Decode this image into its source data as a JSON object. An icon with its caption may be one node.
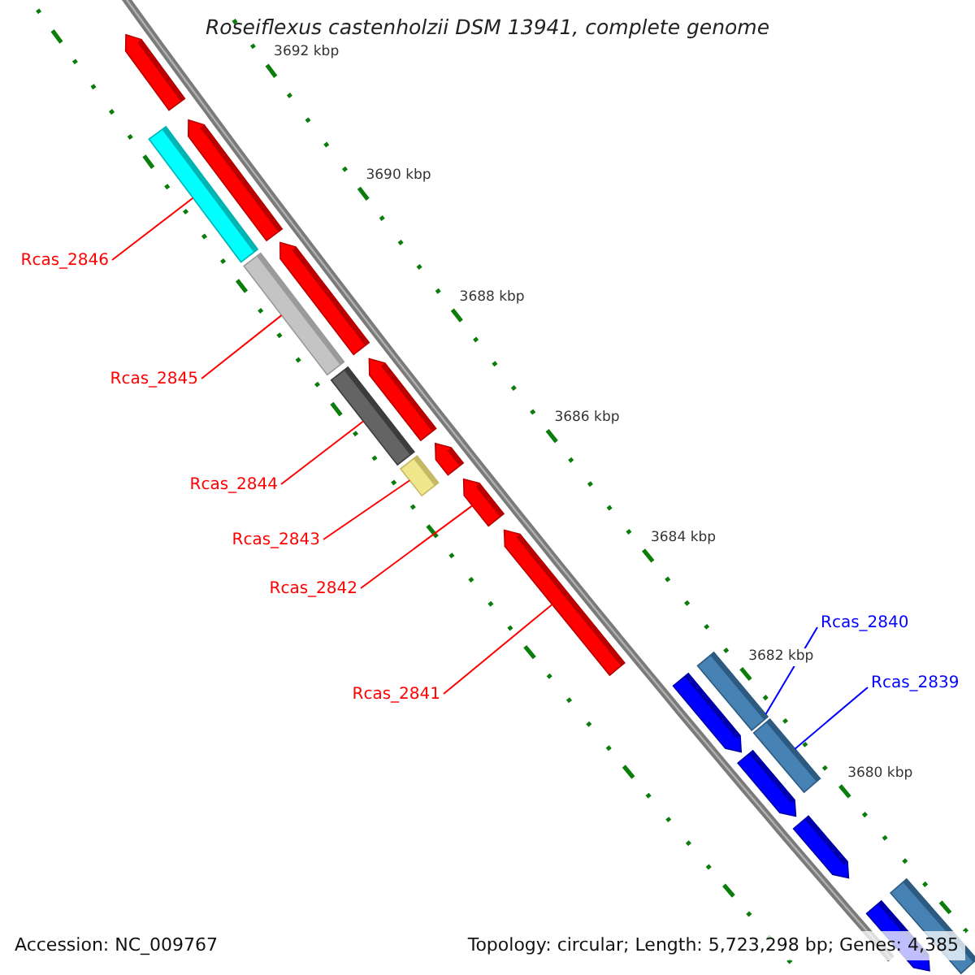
{
  "diagram": {
    "title": "Roseiflexus castenholzii DSM 13941, complete genome",
    "nodes": [
      {
        "text": [],
        "shape": "pentagon"
      },
      {
        "text": [],
        "shape": "bar"
      },
      {
        "text": [],
        "shape": "pentagon"
      },
      {
        "text": [],
        "shape": "bar"
      },
      {
        "text": [],
        "shape": "pentagon"
      },
      {
        "text": [],
        "shape": "bar"
      },
      {
        "text": [],
        "shape": "pentagon"
      },
      {
        "text": [],
        "shape": "bar"
      },
      {
        "text": [],
        "shape": "pentagon"
      },
      {
        "text": [],
        "shape": "pentagon"
      },
      {
        "text": [],
        "shape": "pentagon"
      },
      {
        "text": [],
        "shape": "bar"
      },
      {
        "text": [],
        "shape": "pentagon"
      },
      {
        "text": [],
        "shape": "bar"
      },
      {
        "text": [],
        "shape": "pentagon"
      },
      {
        "text": [],
        "shape": "pentagon"
      },
      {
        "text": [],
        "shape": "bar"
      },
      {
        "text": [],
        "shape": "pentagon"
      },
      {
        "text": [
          "Rcas_2846"
        ]
      },
      {
        "text": [
          "Rcas_2845"
        ]
      },
      {
        "text": [
          "Rcas_2844"
        ]
      },
      {
        "text": [
          "Rcas_2843"
        ]
      },
      {
        "text": [
          "Rcas_2842"
        ]
      },
      {
        "text": [
          "Rcas_2841"
        ]
      },
      {
        "text": [
          "Rcas_2840"
        ]
      },
      {
        "text": [
          "Rcas_2839"
        ]
      }
    ],
    "edges": [
      {
        "from": 18,
        "to": 1,
        "arrow": "none"
      },
      {
        "from": 19,
        "to": 3,
        "arrow": "none"
      },
      {
        "from": 20,
        "to": 5,
        "arrow": "none"
      },
      {
        "from": 21,
        "to": 7,
        "arrow": "none"
      },
      {
        "from": 22,
        "to": 9,
        "arrow": "none"
      },
      {
        "from": 23,
        "to": 10,
        "arrow": "none"
      },
      {
        "from": 24,
        "to": 11,
        "arrow": "none",
        "color": "#0000ff"
      },
      {
        "from": 25,
        "to": 13,
        "arrow": "none",
        "color": "#0000ff"
      }
    ],
    "labels": [
      "3692 kbp",
      "3690 kbp",
      "3688 kbp",
      "3686 kbp",
      "3684 kbp",
      "3682 kbp",
      "3680 kbp",
      "Accession: NC_009767",
      "Topology: circular; Length: 5,723,298 bp; Genes: 4,385"
    ]
  }
}
